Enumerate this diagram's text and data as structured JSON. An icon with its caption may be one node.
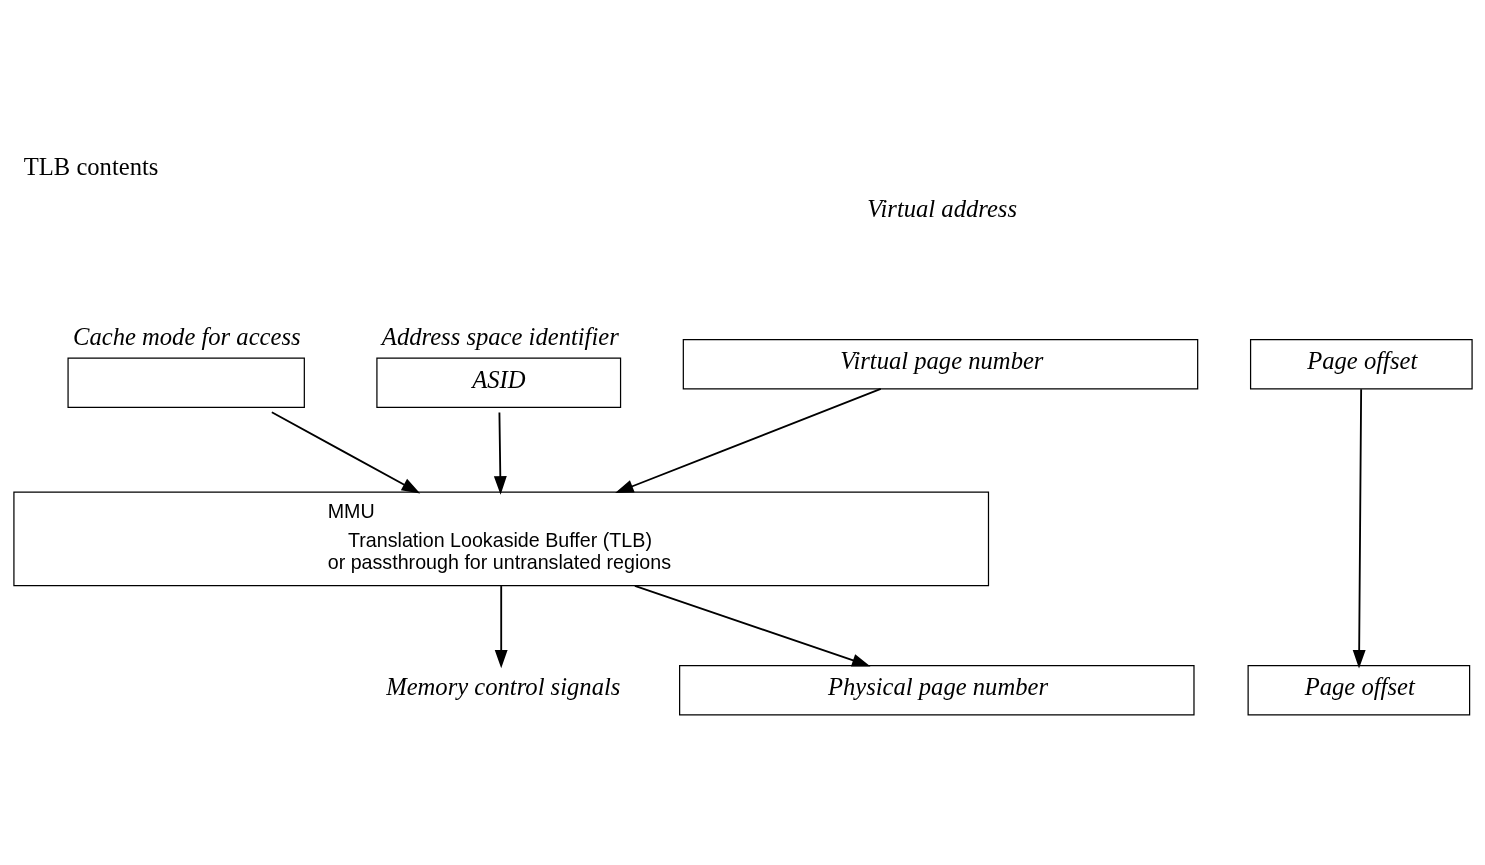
{
  "diagram": {
    "title": "TLB contents",
    "nodes": [
      {
        "text": [],
        "shape": "box",
        "beside": [
          "Cache mode for access"
        ]
      },
      {
        "text": [
          "ASID"
        ],
        "beside": [
          "Address space identifier"
        ]
      },
      {
        "text": [
          "Virtual page number"
        ]
      },
      {
        "text": [
          "Page offset"
        ]
      },
      {
        "text": [
          "MMU",
          "Translation Lookaside Buffer (TLB) or passthrough for untranslated regions"
        ]
      },
      {
        "text": [
          "Memory control signals"
        ]
      },
      {
        "text": [
          "Physical page number"
        ]
      },
      {
        "text": [
          "Page offset"
        ]
      }
    ],
    "edges": [
      {
        "from": 0,
        "to": 4,
        "arrow": "to"
      },
      {
        "from": 1,
        "to": 4,
        "arrow": "to"
      },
      {
        "from": 2,
        "to": 4,
        "arrow": "to"
      },
      {
        "from": 3,
        "to": 7,
        "arrow": "to"
      },
      {
        "from": 4,
        "to": 5,
        "arrow": "to"
      },
      {
        "from": 4,
        "to": 6,
        "arrow": "to"
      }
    ],
    "labels": [
      "Virtual address"
    ]
  }
}
